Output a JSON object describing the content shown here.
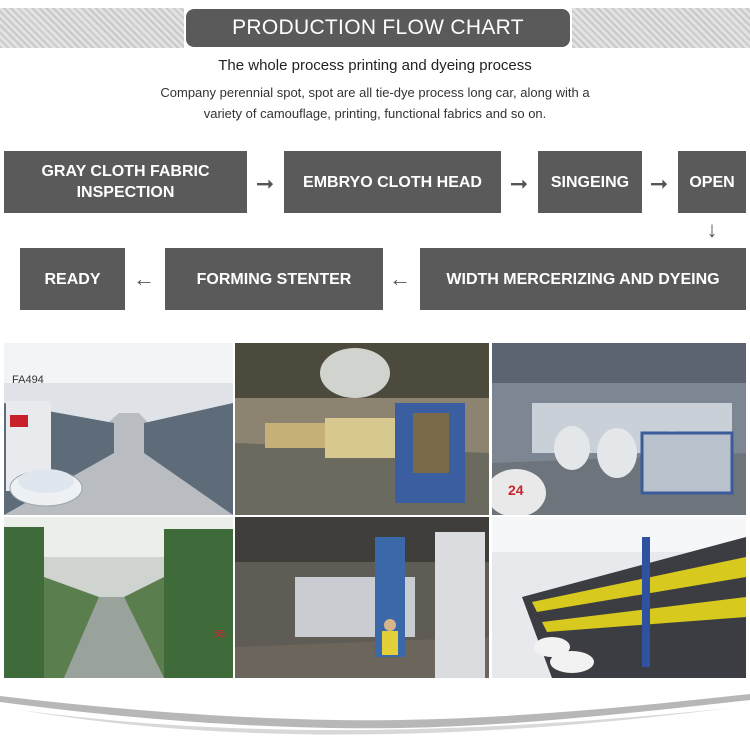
{
  "header": {
    "title": "PRODUCTION FLOW CHART",
    "subtitle": "The whole process printing and dyeing process",
    "description_line1": "Company perennial spot, spot are all tie-dye process long car, along with a",
    "description_line2": "variety of camouflage, printing, functional fabrics and so on."
  },
  "flow": {
    "steps": [
      {
        "label_line1": "GRAY CLOTH FABRIC",
        "label_line2": "INSPECTION"
      },
      {
        "label_line1": "EMBRYO CLOTH HEAD",
        "label_line2": ""
      },
      {
        "label_line1": "SINGEING",
        "label_line2": ""
      },
      {
        "label_line1": "OPEN",
        "label_line2": ""
      },
      {
        "label_line1": "WIDTH MERCERIZING AND DYEING",
        "label_line2": ""
      },
      {
        "label_line1": "FORMING STENTER",
        "label_line2": ""
      },
      {
        "label_line1": "READY",
        "label_line2": ""
      }
    ],
    "arrows": {
      "right": "➞",
      "down": "↓",
      "left": "←"
    }
  },
  "photos": {
    "machine_label": "FA494",
    "bin_label": "24",
    "side_label": "55"
  },
  "colors": {
    "step_bg": "#5a5a5a",
    "step_text": "#ffffff",
    "arrow": "#555555"
  }
}
